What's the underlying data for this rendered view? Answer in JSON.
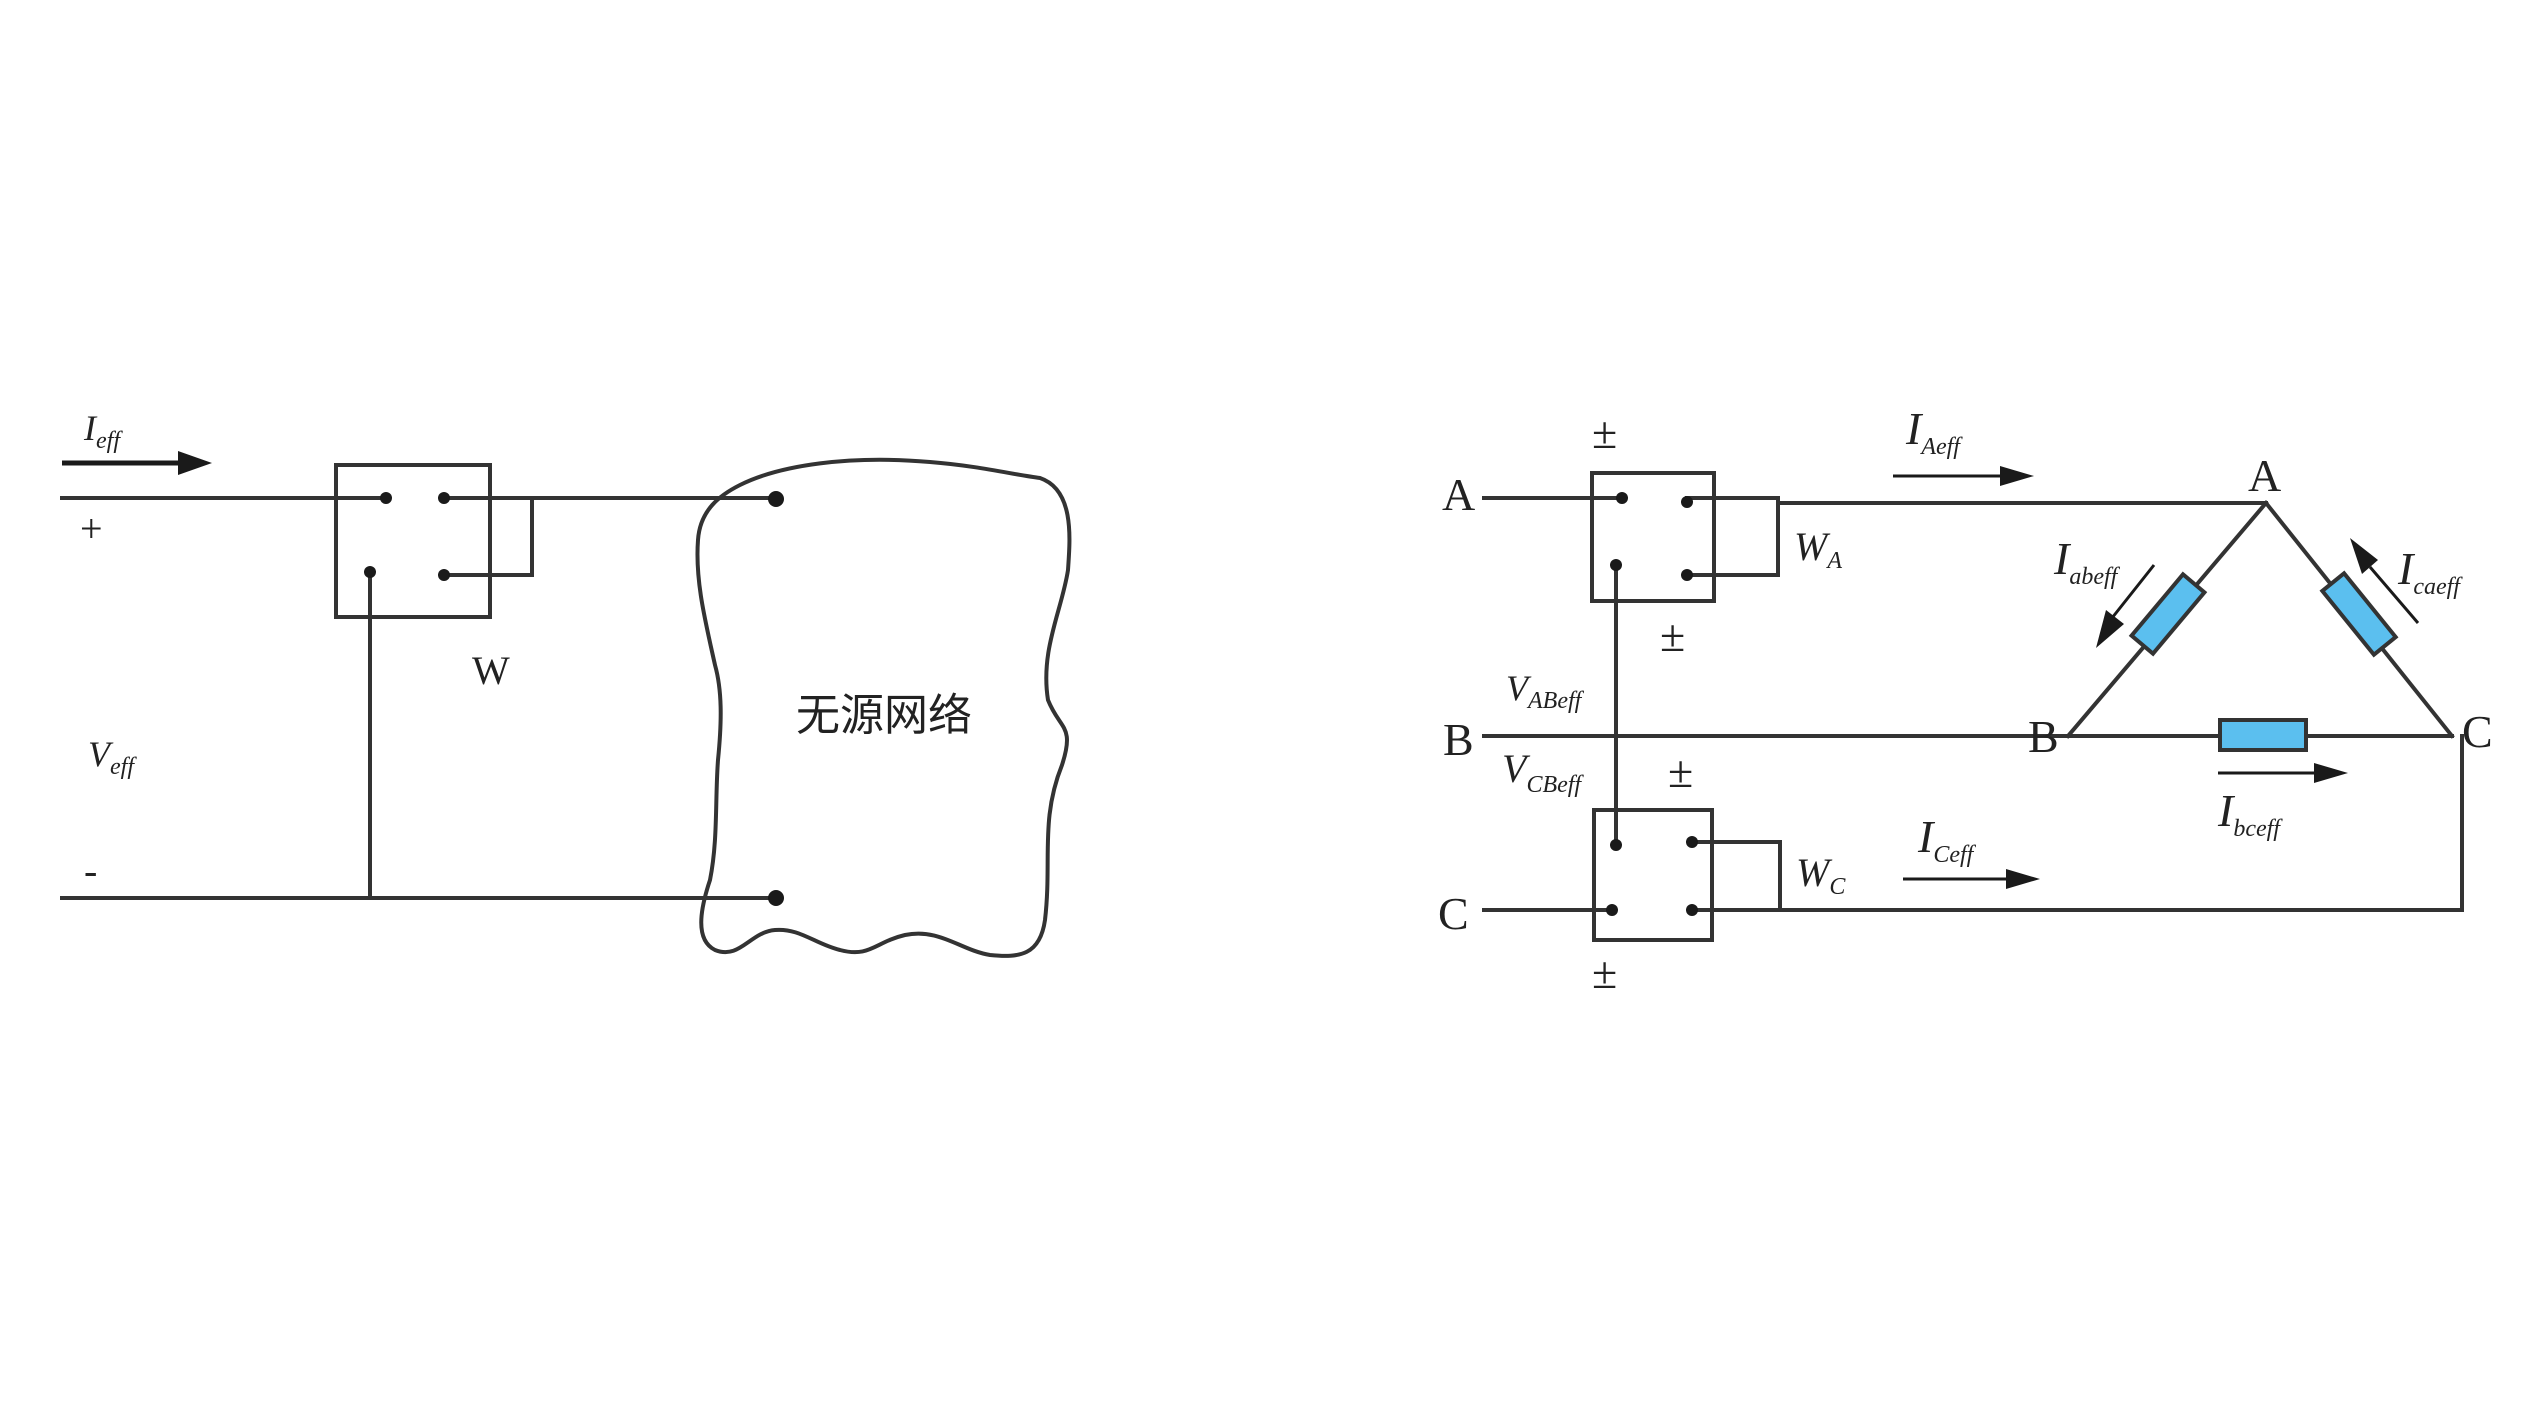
{
  "left": {
    "current": {
      "main": "I",
      "sub": "eff"
    },
    "plus": "+",
    "minus": "-",
    "voltage": {
      "main": "V",
      "sub": "eff"
    },
    "meter": "W",
    "network": "无源网络"
  },
  "right": {
    "terminals": {
      "a": "A",
      "b": "B",
      "c": "C"
    },
    "nodes": {
      "a": "A",
      "b": "B",
      "c": "C"
    },
    "pm": "±",
    "meter_a": {
      "main": "W",
      "sub": "A"
    },
    "meter_c": {
      "main": "W",
      "sub": "C"
    },
    "i_a": {
      "main": "I",
      "sub": "Aeff"
    },
    "i_c": {
      "main": "I",
      "sub": "Ceff"
    },
    "v_ab": {
      "main": "V",
      "sub": "ABeff"
    },
    "v_cb": {
      "main": "V",
      "sub": "CBeff"
    },
    "i_ab": {
      "main": "I",
      "sub": "abeff"
    },
    "i_ca": {
      "main": "I",
      "sub": "caeff"
    },
    "i_bc": {
      "main": "I",
      "sub": "bceff"
    }
  },
  "colors": {
    "wire": "#333333",
    "resistor": "#5bbfef",
    "background": "#ffffff"
  }
}
